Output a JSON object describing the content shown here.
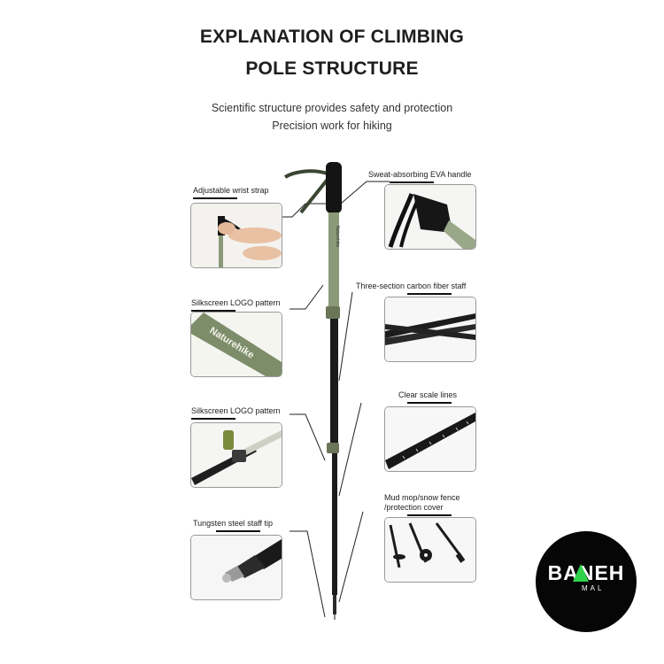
{
  "title_line1": "EXPLANATION OF CLIMBING",
  "title_line2": "POLE STRUCTURE",
  "subtitle_line1": "Scientific structure provides safety and protection",
  "subtitle_line2": "Precision work for hiking",
  "callouts": {
    "wrist_strap": "Adjustable wrist strap",
    "silkscreen_logo_1": "Silkscreen LOGO pattern",
    "silkscreen_logo_2": "Silkscreen LOGO pattern",
    "staff_tip": "Tungsten steel staff tip",
    "eva_handle": "Sweat-absorbing EVA handle",
    "carbon_staff": "Three-section carbon fiber staff",
    "scale_lines": "Clear scale lines",
    "mud_mop": "Mud mop/snow fence\n/protection cover"
  },
  "pole_brand_text": "Naturehike",
  "watermark": {
    "main": "BANEH",
    "sub": "MAL",
    "bg_color": "#060606",
    "accent_color": "#2fd24a"
  },
  "colors": {
    "pole_green": "#8a9a78",
    "handle_black": "#141414",
    "carbon_dark": "#1c1c1c"
  }
}
